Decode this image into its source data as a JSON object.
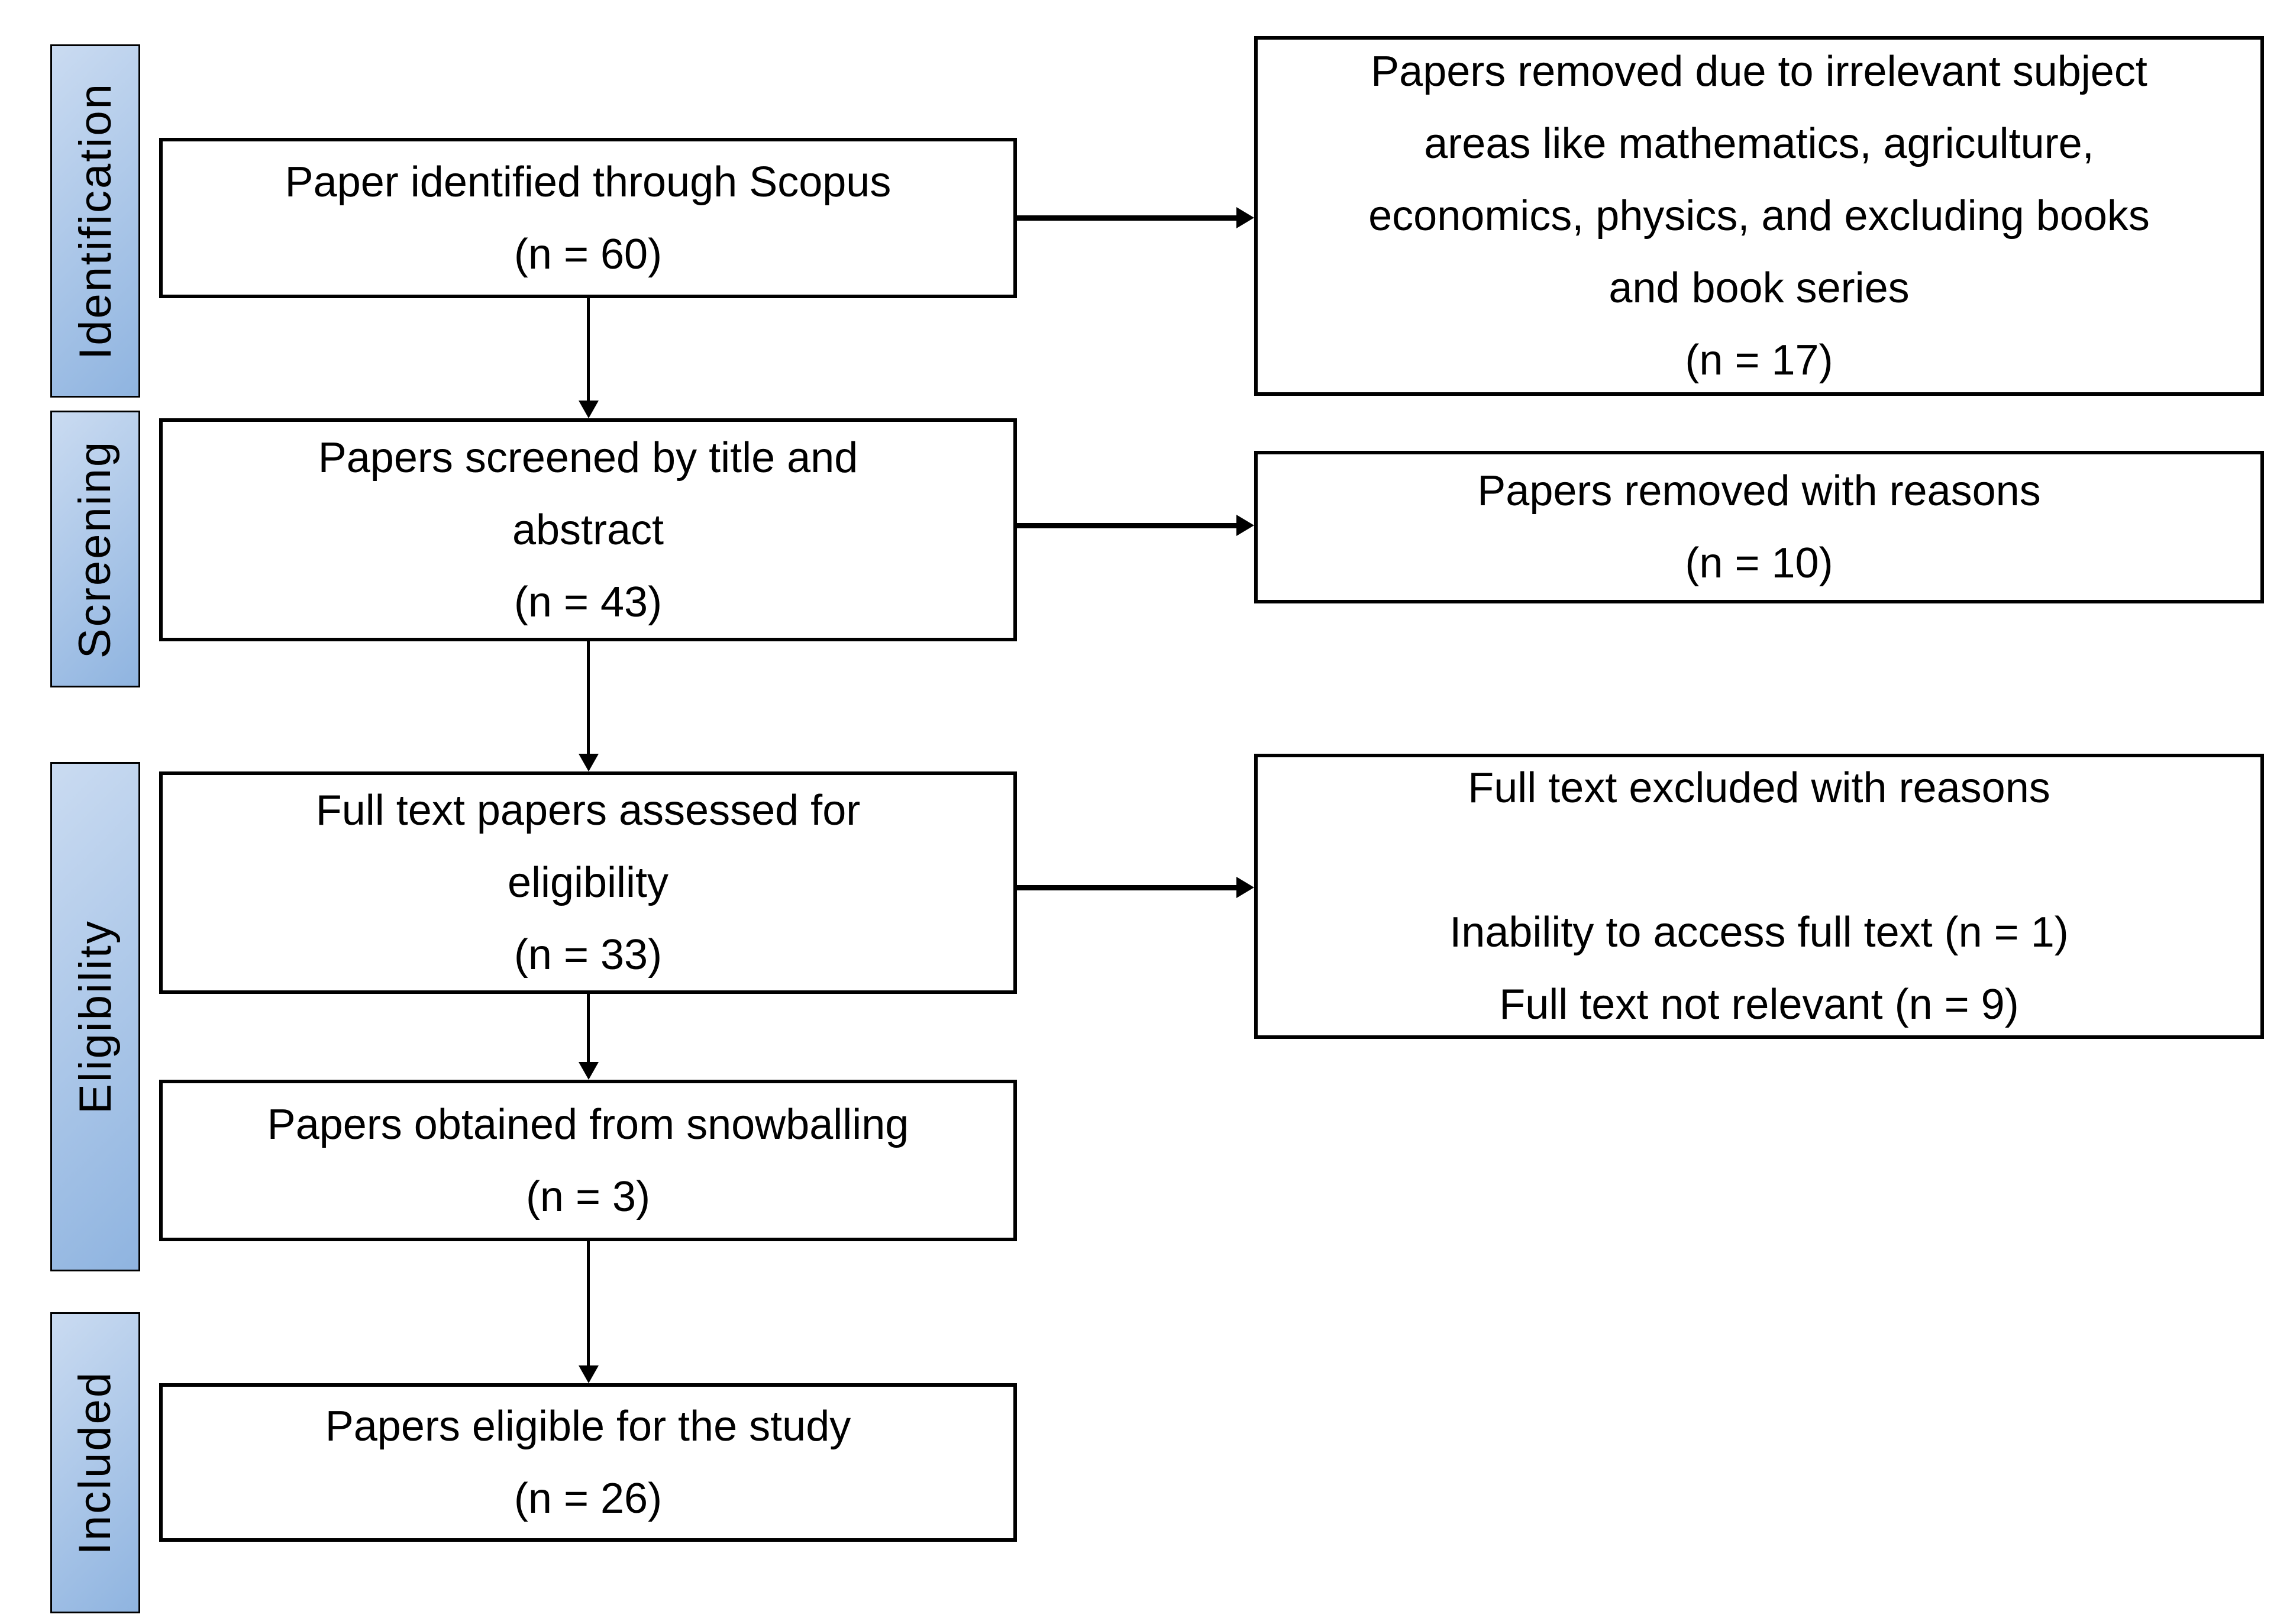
{
  "stages": [
    {
      "label": "Identification"
    },
    {
      "label": "Screening"
    },
    {
      "label": "Eligibility"
    },
    {
      "label": "Included"
    }
  ],
  "main_flow": [
    {
      "lines": [
        "Paper identified through Scopus",
        "(n = 60)"
      ]
    },
    {
      "lines": [
        "Papers screened by title and",
        "abstract",
        "(n = 43)"
      ]
    },
    {
      "lines": [
        "Full text papers assessed for",
        "eligibility",
        "(n = 33)"
      ]
    },
    {
      "lines": [
        "Papers obtained from snowballing",
        "(n = 3)"
      ]
    },
    {
      "lines": [
        "Papers eligible for the study",
        "(n = 26)"
      ]
    }
  ],
  "exclusion_boxes": [
    {
      "lines": [
        "Papers removed due to irrelevant subject",
        "areas like mathematics, agriculture,",
        "economics, physics, and excluding books",
        "and book series",
        "(n = 17)"
      ]
    },
    {
      "lines": [
        "Papers removed with reasons",
        "(n = 10)"
      ]
    },
    {
      "lines": [
        "Full text excluded with reasons",
        "",
        "Inability to access full text (n = 1)",
        "Full text not relevant (n = 9)"
      ]
    }
  ],
  "colors": {
    "stage_gradient_top": "#cadbf1",
    "stage_gradient_bottom": "#8fb4e0",
    "box_border": "#000000",
    "box_fill": "#ffffff",
    "text": "#000000"
  }
}
